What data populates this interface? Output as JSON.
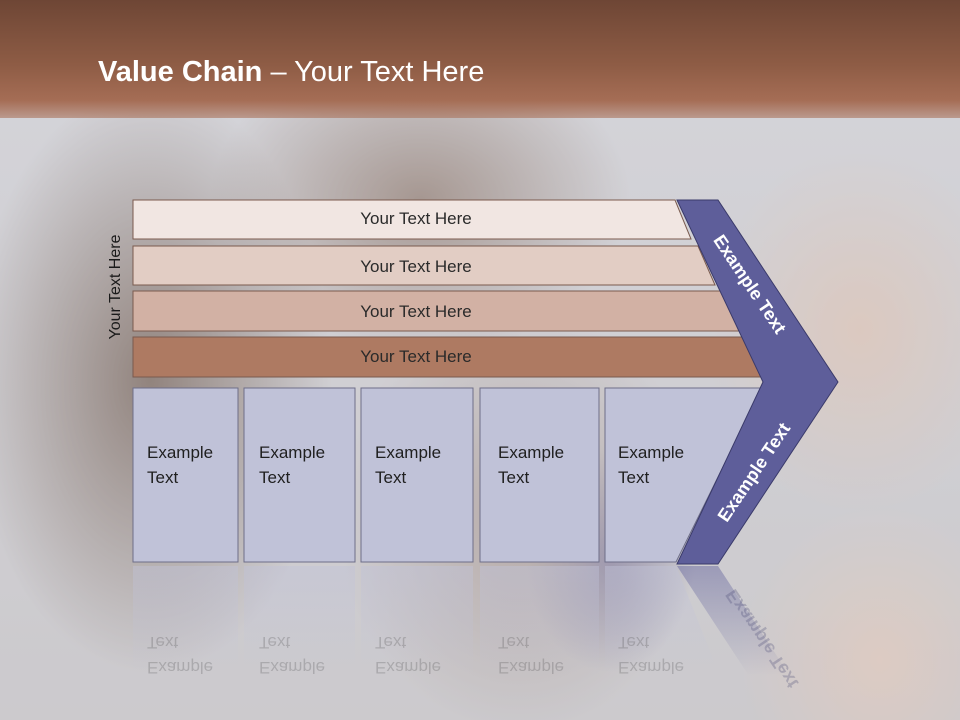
{
  "title": {
    "bold": "Value Chain",
    "rest": " – Your Text Here"
  },
  "side_label": "Your Text Here",
  "bars": [
    {
      "label": "Your Text Here",
      "color": "#f1e6e2"
    },
    {
      "label": "Your Text Here",
      "color": "#e2cdc4"
    },
    {
      "label": "Your Text Here",
      "color": "#d2b1a4"
    },
    {
      "label": "Your Text Here",
      "color": "#ae7a62"
    }
  ],
  "boxes": [
    {
      "line1": "Example",
      "line2": "Text"
    },
    {
      "line1": "Example",
      "line2": "Text"
    },
    {
      "line1": "Example",
      "line2": "Text"
    },
    {
      "line1": "Example",
      "line2": "Text"
    },
    {
      "line1": "Example",
      "line2": "Text"
    }
  ],
  "chevron": {
    "upper": "Example Text",
    "lower": "Example Text",
    "color": "#5e5e9a"
  },
  "box_color": "#c0c2d8"
}
